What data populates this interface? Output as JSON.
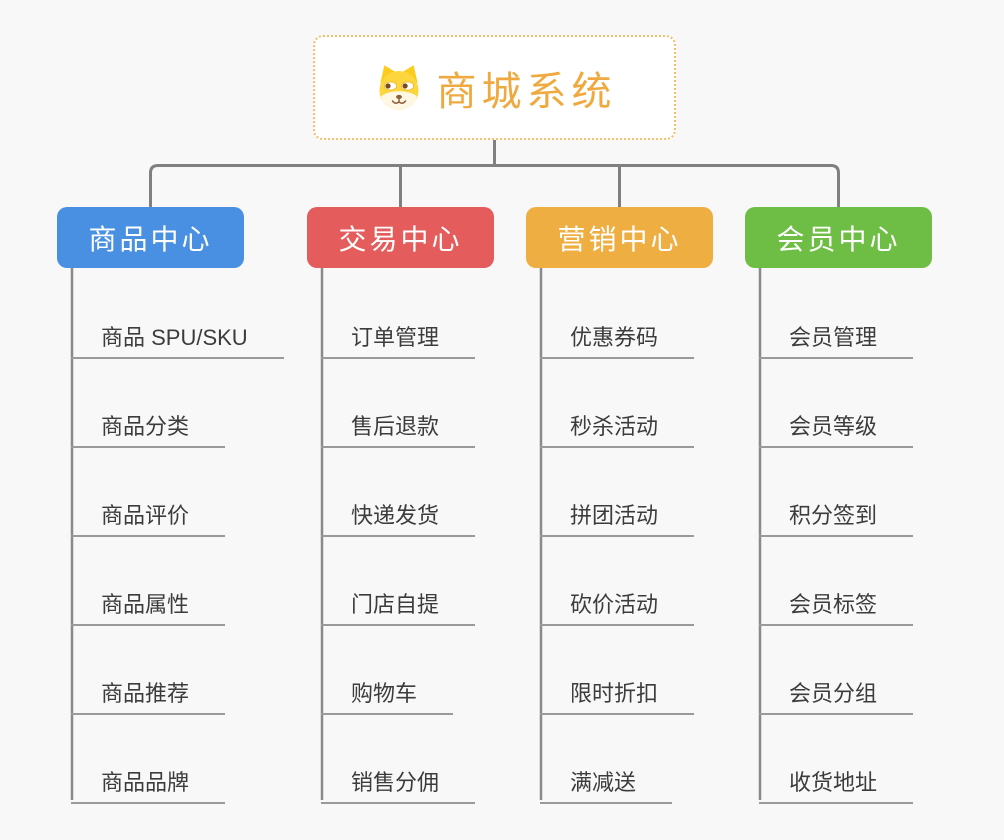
{
  "root": {
    "title": "商城系统",
    "icon": "shiba-dog-icon",
    "title_color": "#efa93f",
    "border_color": "#f3c06a"
  },
  "branches": [
    {
      "label": "商品中心",
      "color": "#4a90e2",
      "children": [
        "商品 SPU/SKU",
        "商品分类",
        "商品评价",
        "商品属性",
        "商品推荐",
        "商品品牌"
      ]
    },
    {
      "label": "交易中心",
      "color": "#e45c5c",
      "children": [
        "订单管理",
        "售后退款",
        "快递发货",
        "门店自提",
        "购物车",
        "销售分佣"
      ]
    },
    {
      "label": "营销中心",
      "color": "#efae42",
      "children": [
        "优惠券码",
        "秒杀活动",
        "拼团活动",
        "砍价活动",
        "限时折扣",
        "满减送"
      ]
    },
    {
      "label": "会员中心",
      "color": "#6ebe45",
      "children": [
        "会员管理",
        "会员等级",
        "积分签到",
        "会员标签",
        "会员分组",
        "收货地址"
      ]
    }
  ],
  "connector_color": "#808080",
  "underline_color": "#9a9a9a",
  "background_color": "#f8f8f8"
}
